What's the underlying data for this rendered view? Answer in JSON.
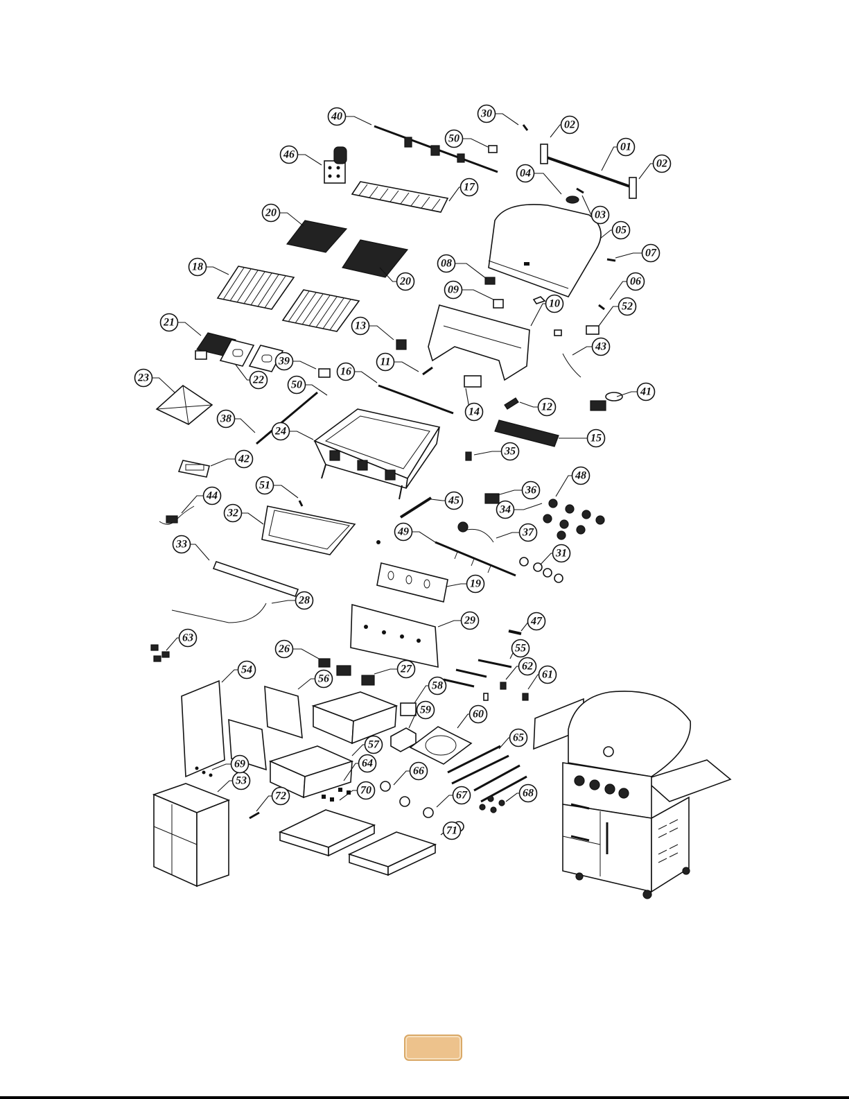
{
  "diagram": {
    "page_number": "",
    "callouts": [
      "01",
      "02",
      "02",
      "03",
      "04",
      "05",
      "06",
      "07",
      "08",
      "09",
      "10",
      "11",
      "12",
      "13",
      "14",
      "15",
      "16",
      "17",
      "18",
      "19",
      "20",
      "20",
      "21",
      "22",
      "23",
      "24",
      "26",
      "27",
      "28",
      "29",
      "30",
      "31",
      "32",
      "33",
      "34",
      "35",
      "36",
      "37",
      "38",
      "39",
      "40",
      "41",
      "42",
      "43",
      "44",
      "45",
      "46",
      "47",
      "48",
      "49",
      "50",
      "50",
      "51",
      "52",
      "53",
      "54",
      "55",
      "56",
      "57",
      "58",
      "59",
      "60",
      "61",
      "62",
      "63",
      "64",
      "65",
      "66",
      "67",
      "68",
      "69",
      "70",
      "71",
      "72"
    ]
  }
}
